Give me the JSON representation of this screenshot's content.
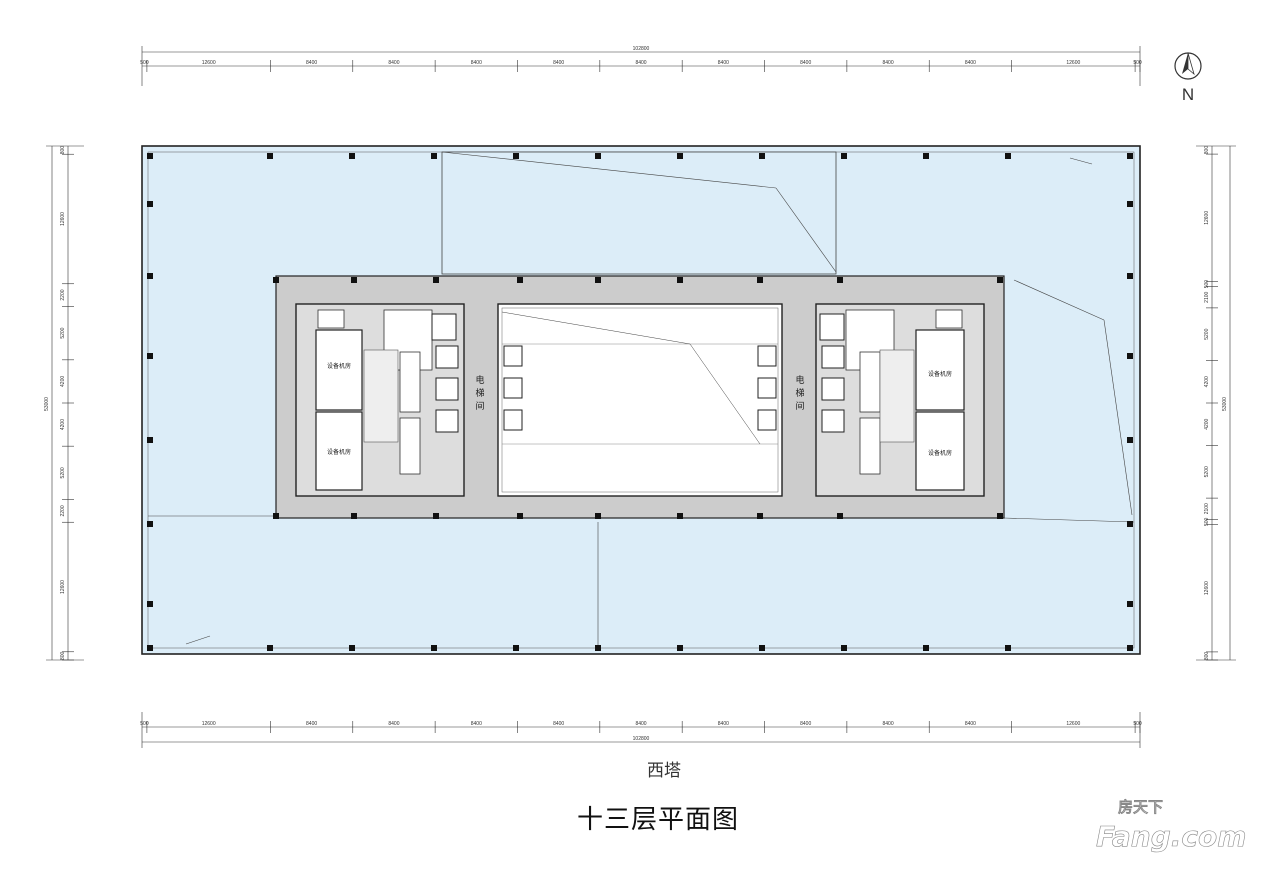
{
  "plan": {
    "tower_name": "西塔",
    "title": "十三层平面图",
    "north_label": "N"
  },
  "dimensions": {
    "top_total": "102800",
    "bottom_total": "102800",
    "horizontal_segments": [
      "500",
      "12600",
      "8400",
      "8400",
      "8400",
      "8400",
      "8400",
      "8400",
      "8400",
      "8400",
      "8400",
      "12600",
      "500"
    ],
    "left_total": "53000",
    "vertical_segments_left": [
      "800",
      "12600",
      "2200",
      "5200",
      "4200",
      "4200",
      "5200",
      "2200",
      "12600",
      "800"
    ],
    "right_total": "53000",
    "vertical_segments_right": [
      "800",
      "12600",
      "500",
      "2100",
      "5200",
      "4200",
      "4200",
      "5200",
      "2100",
      "500",
      "12600",
      "800"
    ]
  },
  "rooms": {
    "elevator_left": [
      "电",
      "梯",
      "间"
    ],
    "elevator_right": [
      "电",
      "梯",
      "间"
    ],
    "equipment_room": "设备机房"
  },
  "watermark": {
    "cn": "房天下",
    "en": "Fang.com"
  },
  "colors": {
    "office_floor": "#dcedf8",
    "core": "#cccccc",
    "atrium": "#ffffff"
  }
}
